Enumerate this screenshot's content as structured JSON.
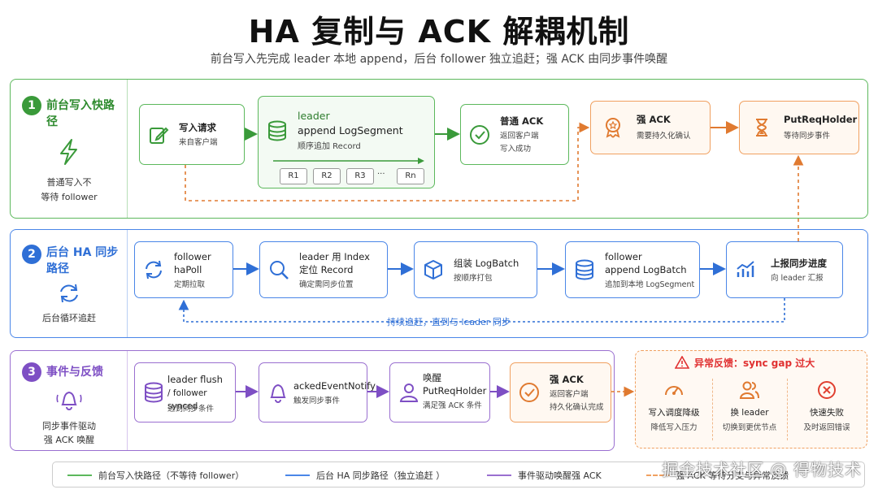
{
  "title": "HA 复制与 ACK 解耦机制",
  "subtitle": "前台写入先完成 leader 本地 append，后台 follower 独立追赶；强 ACK 由同步事件唤醒",
  "colors": {
    "green": "#5cb85c",
    "blue": "#4a86e8",
    "purple": "#9a6fd0",
    "orange": "#f0a060"
  },
  "sec1": {
    "num": "1",
    "title": "前台写入快路径",
    "icon": "bolt-icon",
    "sub1": "普通写入不",
    "sub2": "等待 follower",
    "write": {
      "t1": "写入请求",
      "t2": "来自客户端",
      "icon": "edit-icon"
    },
    "append": {
      "t1a": "leader",
      "t1b": "append LogSegment",
      "t2": "顺序追加 Record",
      "icon": "database-icon",
      "records": [
        "R1",
        "R2",
        "R3",
        "···",
        "Rn"
      ]
    },
    "ack": {
      "t1": "普通 ACK",
      "t2a": "返回客户端",
      "t2b": "写入成功",
      "icon": "check-circle-icon"
    },
    "strong": {
      "t1": "强 ACK",
      "t2": "需要持久化确认",
      "icon": "award-icon"
    },
    "holder": {
      "t1": "PutReqHolder",
      "t2": "等待同步事件",
      "icon": "hourglass-icon"
    }
  },
  "sec2": {
    "num": "2",
    "title": "后台 HA 同步路径",
    "icon": "refresh-icon",
    "sub": "后台循环追赶",
    "poll": {
      "t1a": "follower",
      "t1b": "haPoll",
      "t2": "定期拉取",
      "icon": "sync-icon"
    },
    "index": {
      "t1a": "leader 用 Index",
      "t1b": "定位 Record",
      "t2": "确定需同步位置",
      "icon": "search-icon"
    },
    "batch": {
      "t1": "组装 LogBatch",
      "t2": "按顺序打包",
      "icon": "box-icon"
    },
    "fappend": {
      "t1a": "follower",
      "t1b": "append LogBatch",
      "t2": "追加到本地 LogSegment",
      "icon": "database-icon"
    },
    "report": {
      "t1": "上报同步进度",
      "t2": "向 leader 汇报",
      "icon": "chart-icon"
    },
    "loop": "持续追赶，直到与 leader 同步"
  },
  "sec3": {
    "num": "3",
    "title": "事件与反馈",
    "icon": "bell-icon",
    "sub1": "同步事件驱动",
    "sub2": "强 ACK 唤醒",
    "flush": {
      "t1a": "leader flush",
      "t1b": "/ follower synced",
      "t2": "达到同步条件",
      "icon": "database-icon"
    },
    "notify": {
      "t1": "ackedEventNotify",
      "t2": "触发同步事件",
      "icon": "bell-icon"
    },
    "wake": {
      "t1a": "唤醒",
      "t1b": "PutReqHolder",
      "t2": "满足强 ACK 条件",
      "icon": "user-icon"
    },
    "strongack": {
      "t1": "强 ACK",
      "t2a": "返回客户端",
      "t2b": "持久化确认完成",
      "icon": "check-circle-icon"
    }
  },
  "anomaly": {
    "title": "异常反馈：sync gap 过大",
    "items": [
      {
        "t1": "写入调度降级",
        "t2": "降低写入压力",
        "icon": "gauge-icon"
      },
      {
        "t1": "换 leader",
        "t2": "切换到更优节点",
        "icon": "users-icon"
      },
      {
        "t1": "快速失败",
        "t2": "及时返回错误",
        "icon": "x-circle-icon"
      }
    ]
  },
  "legend": [
    {
      "label": "前台写入快路径（不等待 follower）",
      "color": "#5cb85c",
      "style": "solid"
    },
    {
      "label": "后台 HA 同步路径（独立追赶 ）",
      "color": "#4a86e8",
      "style": "solid"
    },
    {
      "label": "事件驱动唤醒强 ACK",
      "color": "#9a6fd0",
      "style": "solid"
    },
    {
      "label": "强 ACK 等待分支与异常反馈",
      "color": "#f0a060",
      "style": "dashed"
    }
  ],
  "watermark": "掘金技术社区 @ 得物技术"
}
